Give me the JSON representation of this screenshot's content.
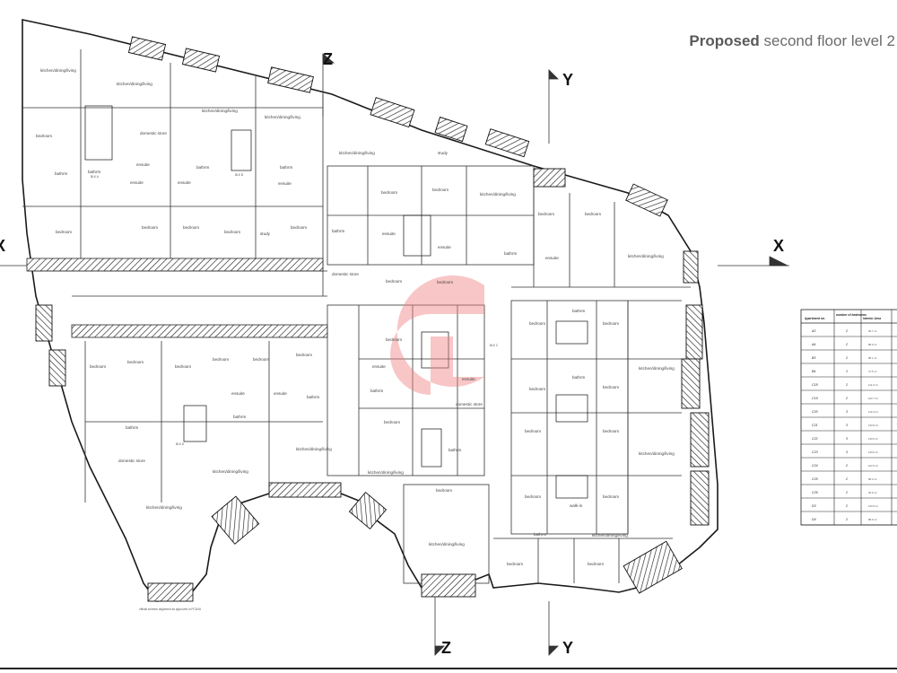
{
  "title": {
    "bold": "Proposed",
    "rest": " second floor level 2"
  },
  "axes": {
    "z_top": "Z",
    "z_bottom": "Z",
    "y_top": "Y",
    "y_bottom": "Y",
    "x_left": "X",
    "x_right": "X"
  },
  "blocks": [
    "BLK A",
    "BLK B",
    "BLK C",
    "BLK D"
  ],
  "rooms": {
    "kitchen": "kitchen/dining/living",
    "bedroom": "bedroom",
    "bathroom": "bathrm",
    "ensuite": "ensuite",
    "domestic_store": "domestic store",
    "study": "study",
    "walk_in": "walk-in"
  },
  "note": "official scheme alignment as approved in PC5/16",
  "table": {
    "headers": [
      "Apartment no.",
      "number of bedrooms",
      "Interior Area"
    ],
    "rows": [
      [
        "A3",
        "2",
        "83.7 m²"
      ],
      [
        "A4",
        "2",
        "88.6 m²"
      ],
      [
        "B3",
        "2",
        "85.1 m²"
      ],
      [
        "B4",
        "1",
        "72.5 m²"
      ],
      [
        "C18",
        "2",
        "111.3 m²"
      ],
      [
        "C19",
        "2",
        "102.7 m²"
      ],
      [
        "C20",
        "3",
        "112.4 m²"
      ],
      [
        "C21",
        "3",
        "130.8 m²"
      ],
      [
        "C22",
        "3",
        "130.5 m²"
      ],
      [
        "C23",
        "3",
        "120.6 m²"
      ],
      [
        "C24",
        "2",
        "102.5 m²"
      ],
      [
        "C25",
        "2",
        "98.3 m²"
      ],
      [
        "C26",
        "2",
        "93.6 m²"
      ],
      [
        "D3",
        "2",
        "120.9 m²"
      ],
      [
        "D4",
        "2",
        "88.9 m²"
      ]
    ]
  },
  "colors": {
    "marker": "#f08080",
    "line": "#1a1a1a",
    "hatch": "#222222"
  }
}
